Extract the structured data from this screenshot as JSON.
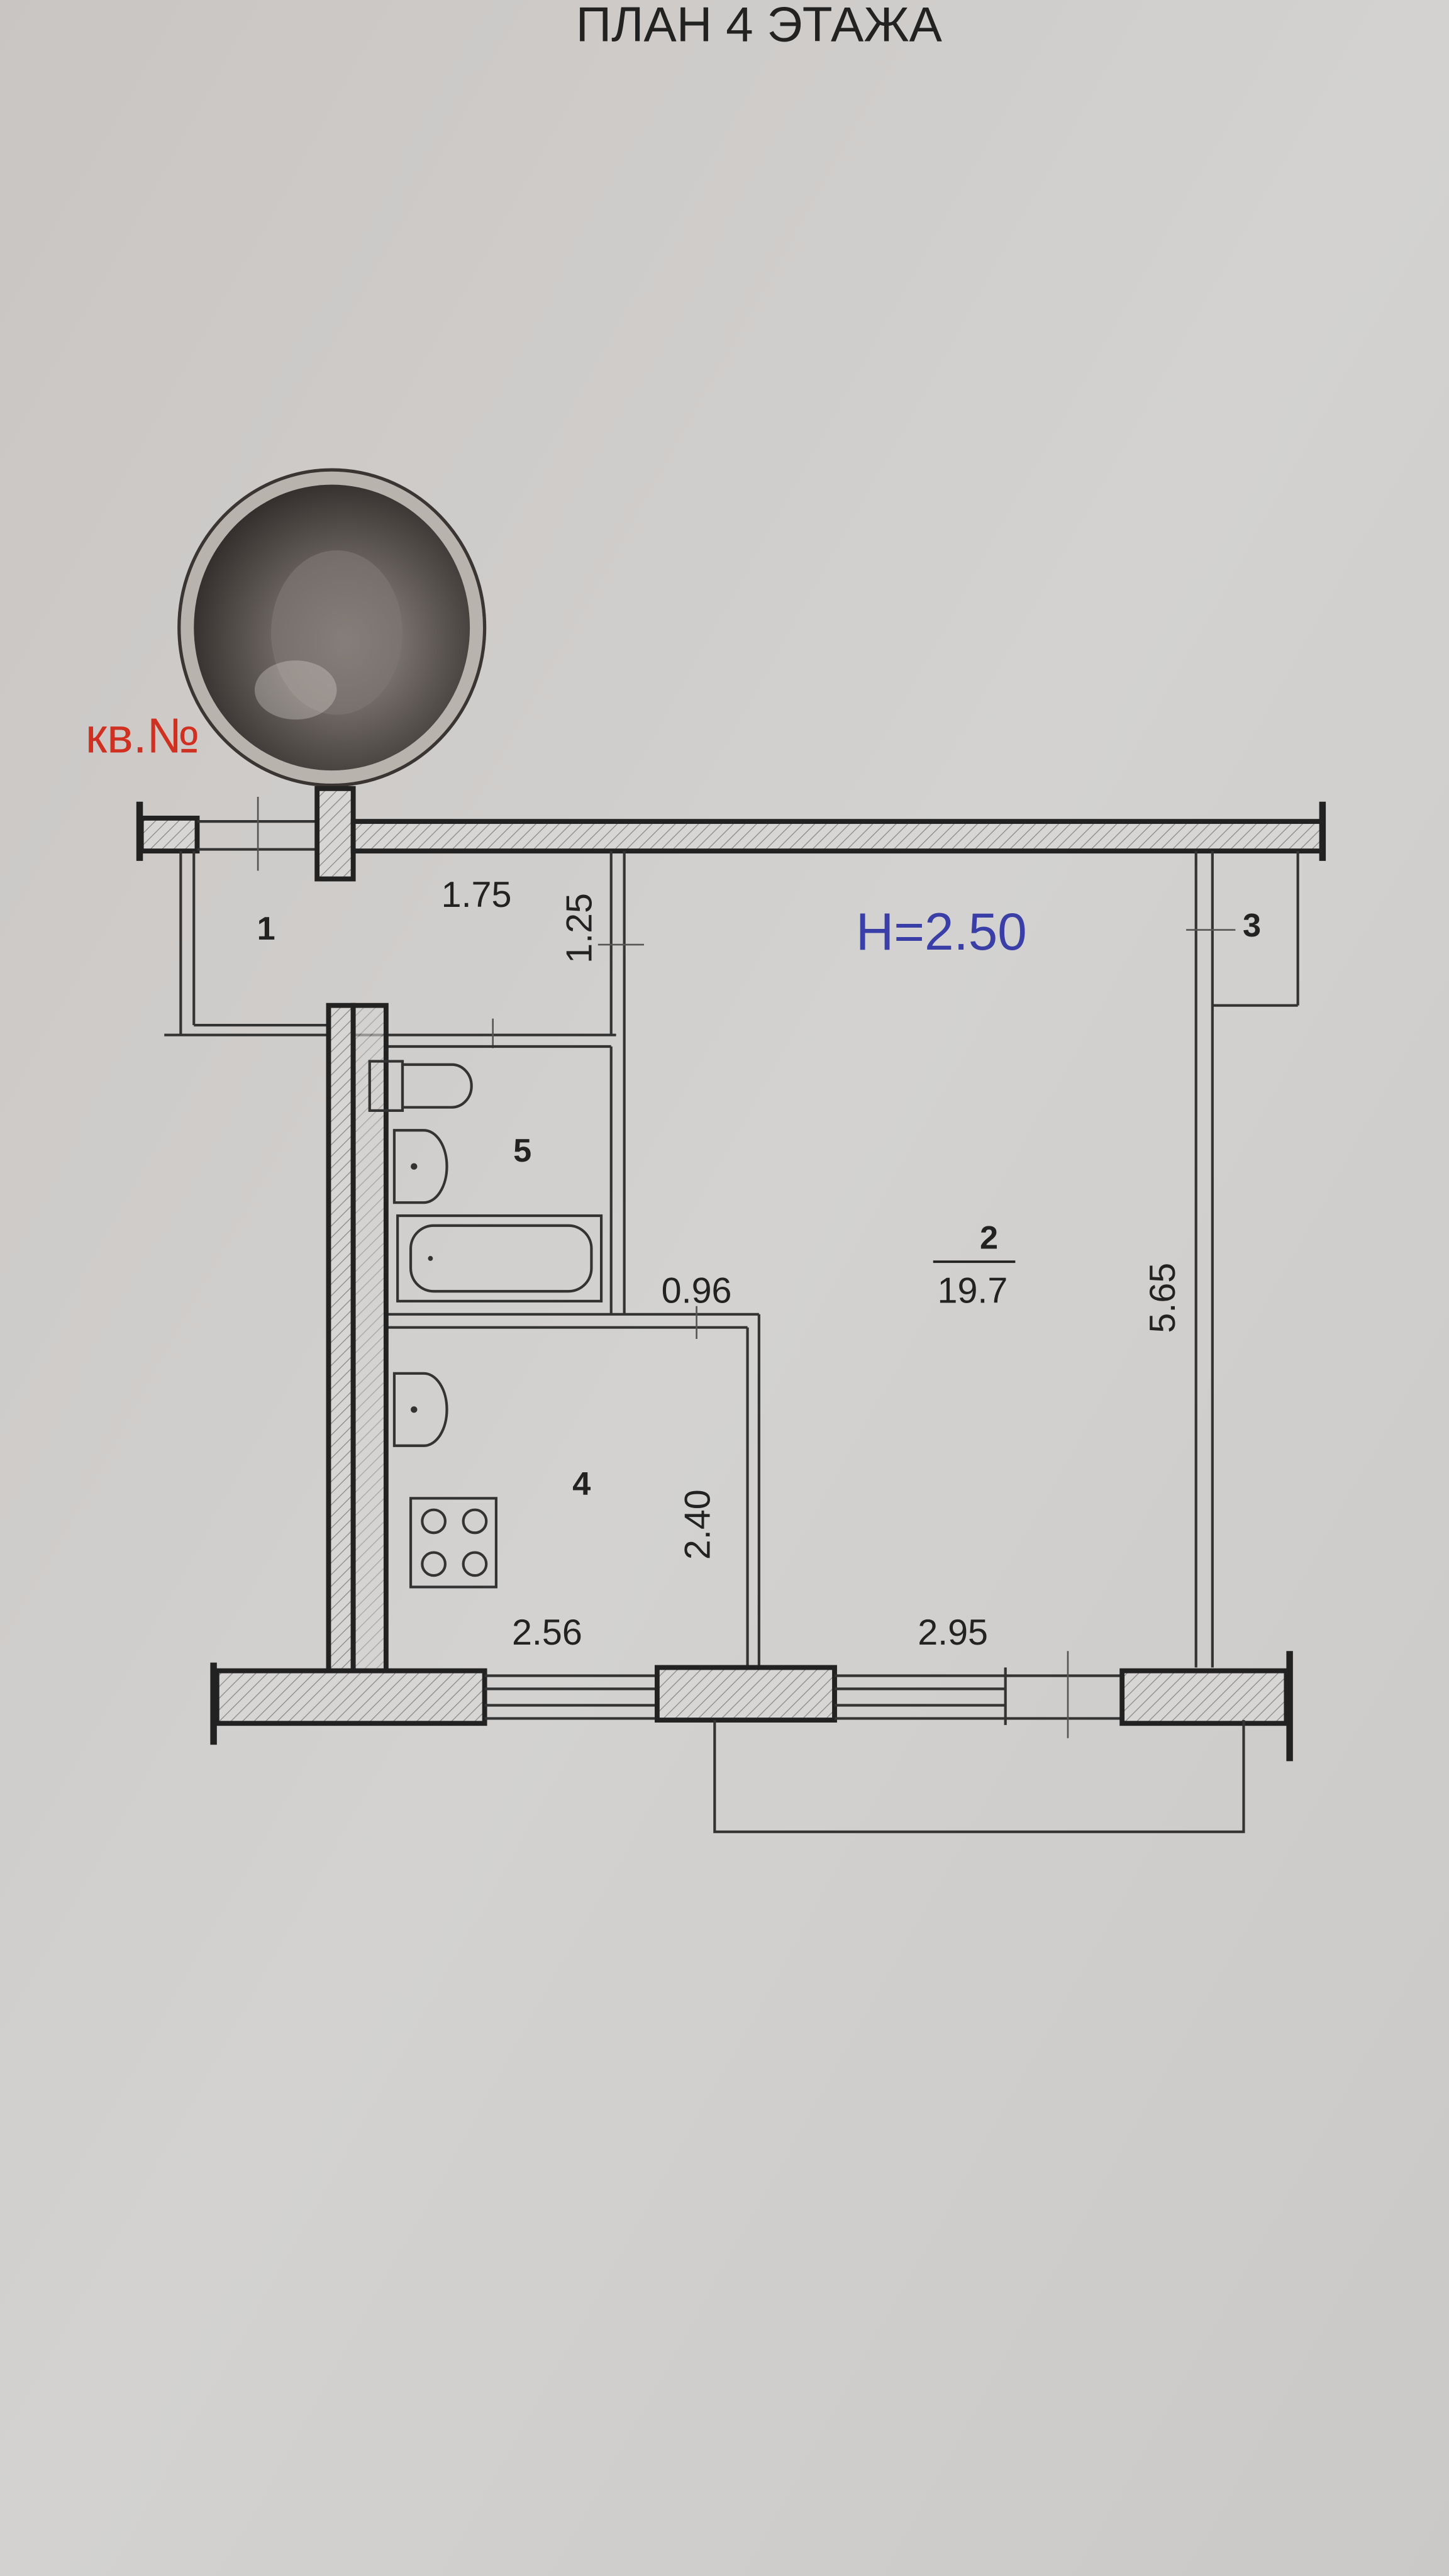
{
  "title": "ПЛАН 4 ЭТАЖА",
  "apartment_label": "кв.№",
  "ceiling_height": "H=2.50",
  "rooms": [
    {
      "number": "1"
    },
    {
      "number": "2",
      "area": "19.7"
    },
    {
      "number": "3"
    },
    {
      "number": "4"
    },
    {
      "number": "5"
    }
  ],
  "dimensions": {
    "hall_width": "1.75",
    "hall_depth": "1.25",
    "kitchen_offset": "0.96",
    "room_length": "5.65",
    "kitchen_depth": "2.40",
    "kitchen_width": "2.56",
    "room_width": "2.95"
  },
  "colors": {
    "paper": "#cfcdcb",
    "apartment_label": "#d0301f",
    "height_label": "#3a3fa8",
    "ink": "#222222"
  }
}
